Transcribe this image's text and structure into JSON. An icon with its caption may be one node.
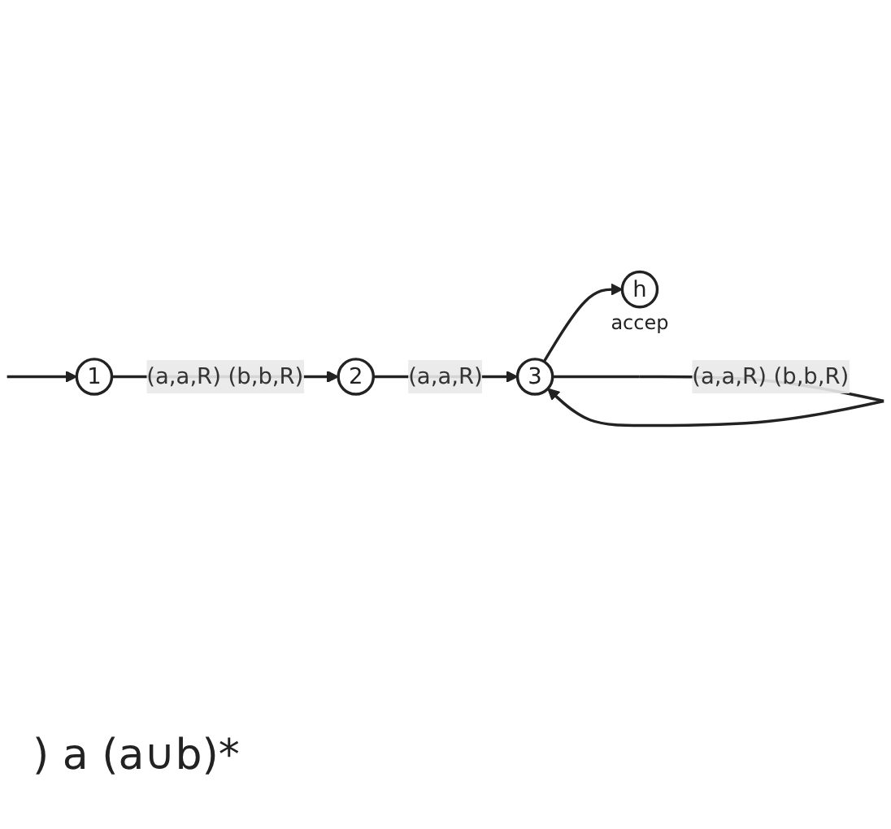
{
  "diagram": {
    "nodes": [
      {
        "text": [
          "1"
        ]
      },
      {
        "text": [
          "2"
        ]
      },
      {
        "text": [
          "3"
        ]
      },
      {
        "text": [
          "h"
        ],
        "beside": [
          "accep"
        ]
      }
    ],
    "edges": [
      {
        "from": null,
        "to": 0,
        "arrow": "to"
      },
      {
        "from": 0,
        "to": 1,
        "arrow": "to",
        "label": "(a,a,R) (b,b,R)"
      },
      {
        "from": 1,
        "to": 2,
        "arrow": "to",
        "label": "(a,a,R)"
      },
      {
        "from": 2,
        "to": 2,
        "arrow": "to",
        "label": "(a,a,R) (b,b,R)"
      },
      {
        "from": 2,
        "to": 3,
        "arrow": "to"
      }
    ],
    "labels": [
      ") a (a∪b)*"
    ]
  }
}
